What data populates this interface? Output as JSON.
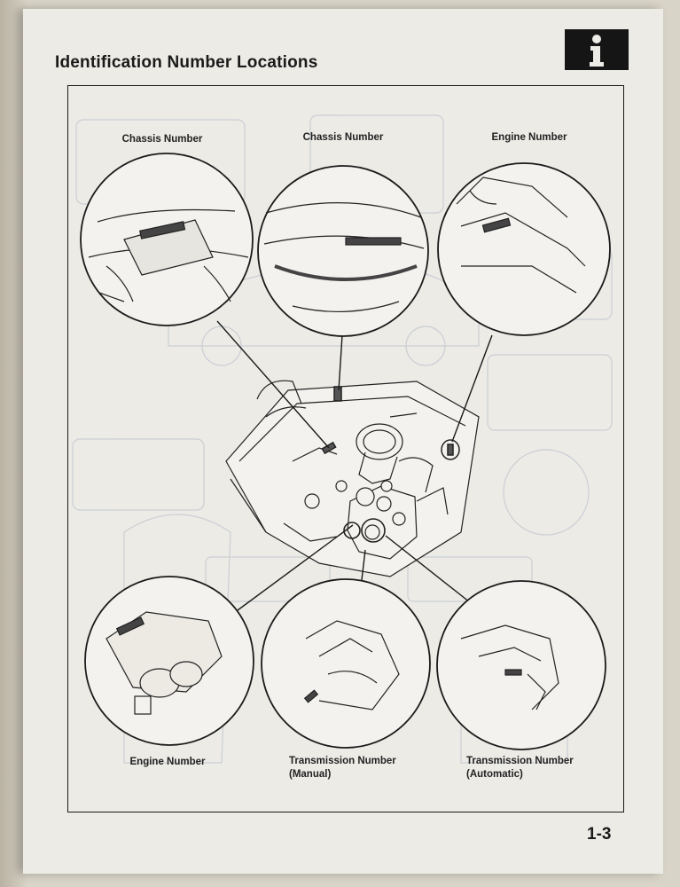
{
  "page": {
    "title": "Identification Number Locations",
    "section_icon": "info-icon",
    "page_number": "1-3"
  },
  "callouts": {
    "chassis_left": "Chassis Number",
    "chassis_center": "Chassis Number",
    "engine_top": "Engine Number",
    "engine_bottom": "Engine Number",
    "trans_manual_line1": "Transmission Number",
    "trans_manual_line2": "(Manual)",
    "trans_auto_line1": "Transmission Number",
    "trans_auto_line2": "(Automatic)"
  },
  "colors": {
    "ink": "#1a1a1a",
    "paper": "#ecebe6",
    "ghost": "#b9bfc8"
  }
}
